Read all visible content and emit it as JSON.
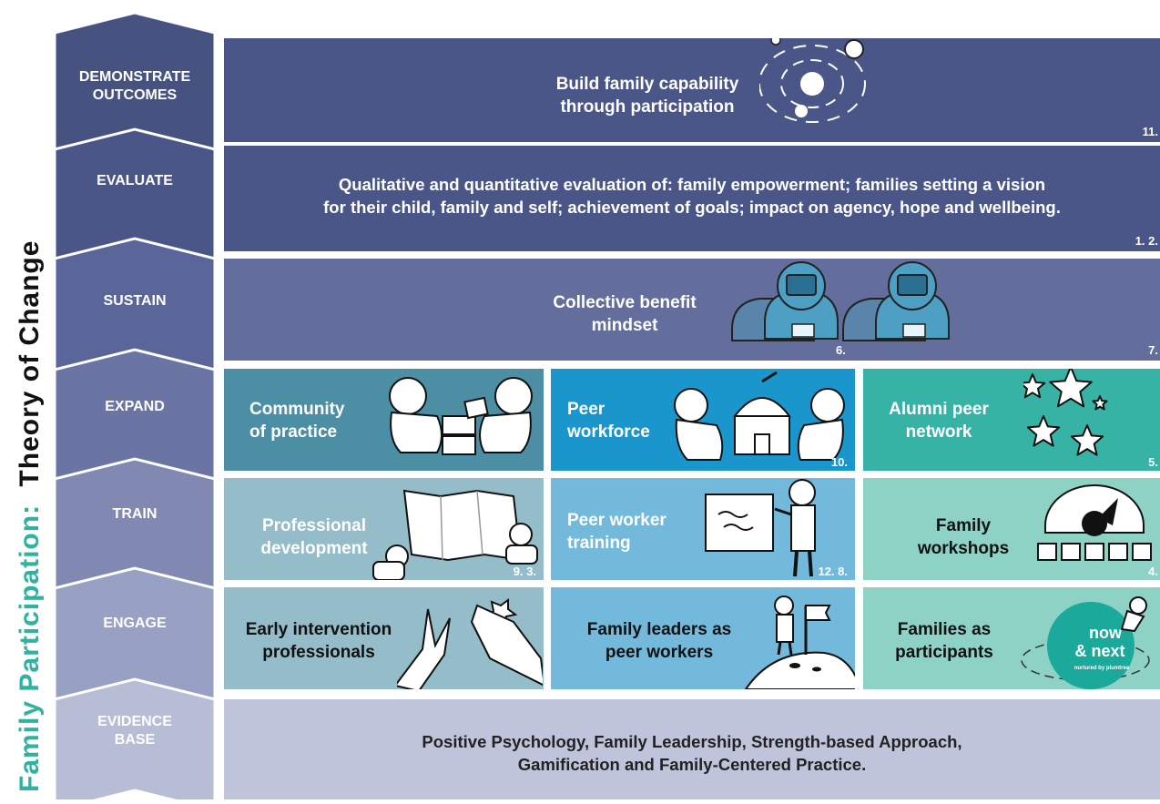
{
  "diagram_title": {
    "prefix": "Family Participation:",
    "suffix": "Theory of Change",
    "prefix_color": "#2fb39e",
    "suffix_color": "#111111"
  },
  "stages": [
    {
      "label_line1": "DEMONSTRATE",
      "label_line2": "OUTCOMES",
      "color": "#46527f"
    },
    {
      "label_line1": "EVALUATE",
      "label_line2": "",
      "color": "#4b5688"
    },
    {
      "label_line1": "SUSTAIN",
      "label_line2": "",
      "color": "#5a669a"
    },
    {
      "label_line1": "EXPAND",
      "label_line2": "",
      "color": "#6a75a3"
    },
    {
      "label_line1": "TRAIN",
      "label_line2": "",
      "color": "#8189b3"
    },
    {
      "label_line1": "ENGAGE",
      "label_line2": "",
      "color": "#98a0c3"
    },
    {
      "label_line1": "EVIDENCE",
      "label_line2": "BASE",
      "color": "#b8bdd6"
    }
  ],
  "rows": {
    "demonstrate": {
      "line1": "Build family capability",
      "line2": "through participation",
      "ref": "11.",
      "icon": "orbit-icon",
      "color": "#4b5688"
    },
    "evaluate": {
      "line1": "Qualitative and quantitative evaluation of: family empowerment; families setting a vision",
      "line2": "for their child, family and self; achievement of goals; impact on agency, hope and wellbeing.",
      "ref": "1. 2.",
      "color": "#4b5688"
    },
    "sustain": {
      "line1": "Collective benefit",
      "line2": "mindset",
      "ref_a": "6.",
      "ref_b": "7.",
      "icon": "astronaut-group-icon",
      "color": "#636e9d"
    },
    "expand": [
      {
        "line1": "Community",
        "line2": "of practice",
        "ref": "",
        "icon": "astronauts-sharing-icon",
        "color": "#4c8fa5"
      },
      {
        "line1": "Peer",
        "line2": "workforce",
        "ref": "10.",
        "icon": "observatory-icon",
        "color": "#1b96cc"
      },
      {
        "line1": "Alumni peer",
        "line2": "network",
        "ref": "5.",
        "icon": "stars-icon",
        "color": "#37b3a6"
      }
    ],
    "train": [
      {
        "line1": "Professional",
        "line2": "development",
        "ref": "9. 3.",
        "icon": "map-icon",
        "color": "#95bcc9"
      },
      {
        "line1": "Peer worker",
        "line2": "training",
        "ref": "12. 8.",
        "icon": "whiteboard-icon",
        "color": "#72b9db"
      },
      {
        "line1": "Family",
        "line2": "workshops",
        "ref": "4.",
        "icon": "gauge-icon",
        "color": "#8ed1c5"
      }
    ],
    "engage": [
      {
        "line1": "Early intervention",
        "line2": "professionals",
        "ref": "",
        "icon": "hands-star-icon",
        "color": "#95bcc9"
      },
      {
        "line1": "Family leaders as",
        "line2": "peer workers",
        "ref": "",
        "icon": "moon-flag-icon",
        "color": "#72b9db"
      },
      {
        "line1": "Families as",
        "line2": "participants",
        "ref": "",
        "icon": "now-next-logo",
        "color": "#8ed1c5"
      }
    ],
    "evidence": {
      "line1": "Positive Psychology, Family Leadership, Strength-based Approach,",
      "line2": "Gamification and Family-Centered Practice.",
      "color": "#c0c4db"
    }
  },
  "logo": {
    "line1": "now",
    "line2": "& next",
    "tagline": "nurtured by plumtree",
    "color": "#1aa99b"
  }
}
